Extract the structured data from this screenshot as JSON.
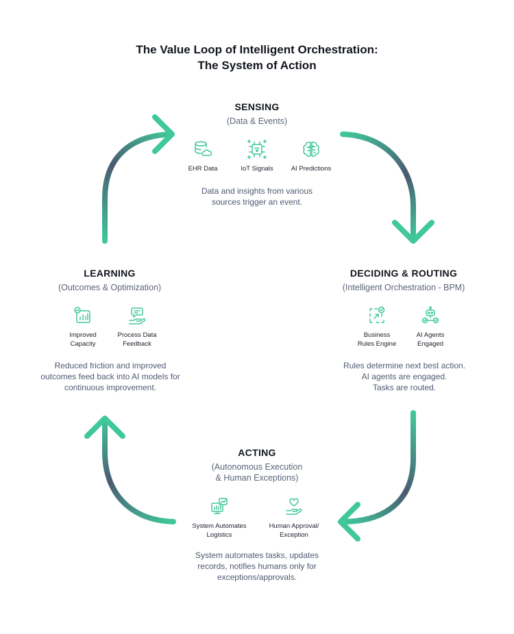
{
  "title": {
    "line1": "The Value Loop of Intelligent Orchestration:",
    "line2": "The System of Action"
  },
  "colors": {
    "accent_green": "#40c79a",
    "accent_slate": "#4a5a70",
    "text_dark": "#11151d",
    "text_muted": "#4e5870"
  },
  "stages": {
    "sensing": {
      "title": "SENSING",
      "subtitle": "(Data & Events)",
      "items": [
        {
          "label": "EHR Data",
          "icon": "database-cloud-icon"
        },
        {
          "label": "IoT Signals",
          "icon": "iot-chip-icon"
        },
        {
          "label": "AI Predictions",
          "icon": "brain-icon"
        }
      ],
      "description_lines": [
        "Data and insights from various",
        "sources trigger an event."
      ]
    },
    "deciding": {
      "title": "DECIDING & ROUTING",
      "subtitle": "(Intelligent Orchestration - BPM)",
      "items": [
        {
          "label_lines": [
            "Business",
            "Rules Engine"
          ],
          "icon": "rules-engine-icon"
        },
        {
          "label_lines": [
            "AI Agents",
            "Engaged"
          ],
          "icon": "robot-icon"
        }
      ],
      "description_lines": [
        "Rules determine next best action.",
        "AI agents are engaged.",
        "Tasks are routed."
      ]
    },
    "acting": {
      "title": "ACTING",
      "subtitle_lines": [
        "(Autonomous Execution",
        "& Human Exceptions)"
      ],
      "items": [
        {
          "label_lines": [
            "System Automates",
            "Logistics"
          ],
          "icon": "monitor-chart-icon"
        },
        {
          "label_lines": [
            "Human Approval/",
            "Exception"
          ],
          "icon": "hand-heart-icon"
        }
      ],
      "description_lines": [
        "System automates tasks, updates",
        "records, notifies humans only for",
        "exceptions/approvals."
      ]
    },
    "learning": {
      "title": "LEARNING",
      "subtitle": "(Outcomes & Optimization)",
      "items": [
        {
          "label_lines": [
            "Improved",
            "Capacity"
          ],
          "icon": "chart-growth-icon"
        },
        {
          "label_lines": [
            "Process Data",
            "Feedback"
          ],
          "icon": "feedback-hand-icon"
        }
      ],
      "description_lines": [
        "Reduced friction and improved",
        "outcomes feed back into AI models for",
        "continuous improvement."
      ]
    }
  }
}
